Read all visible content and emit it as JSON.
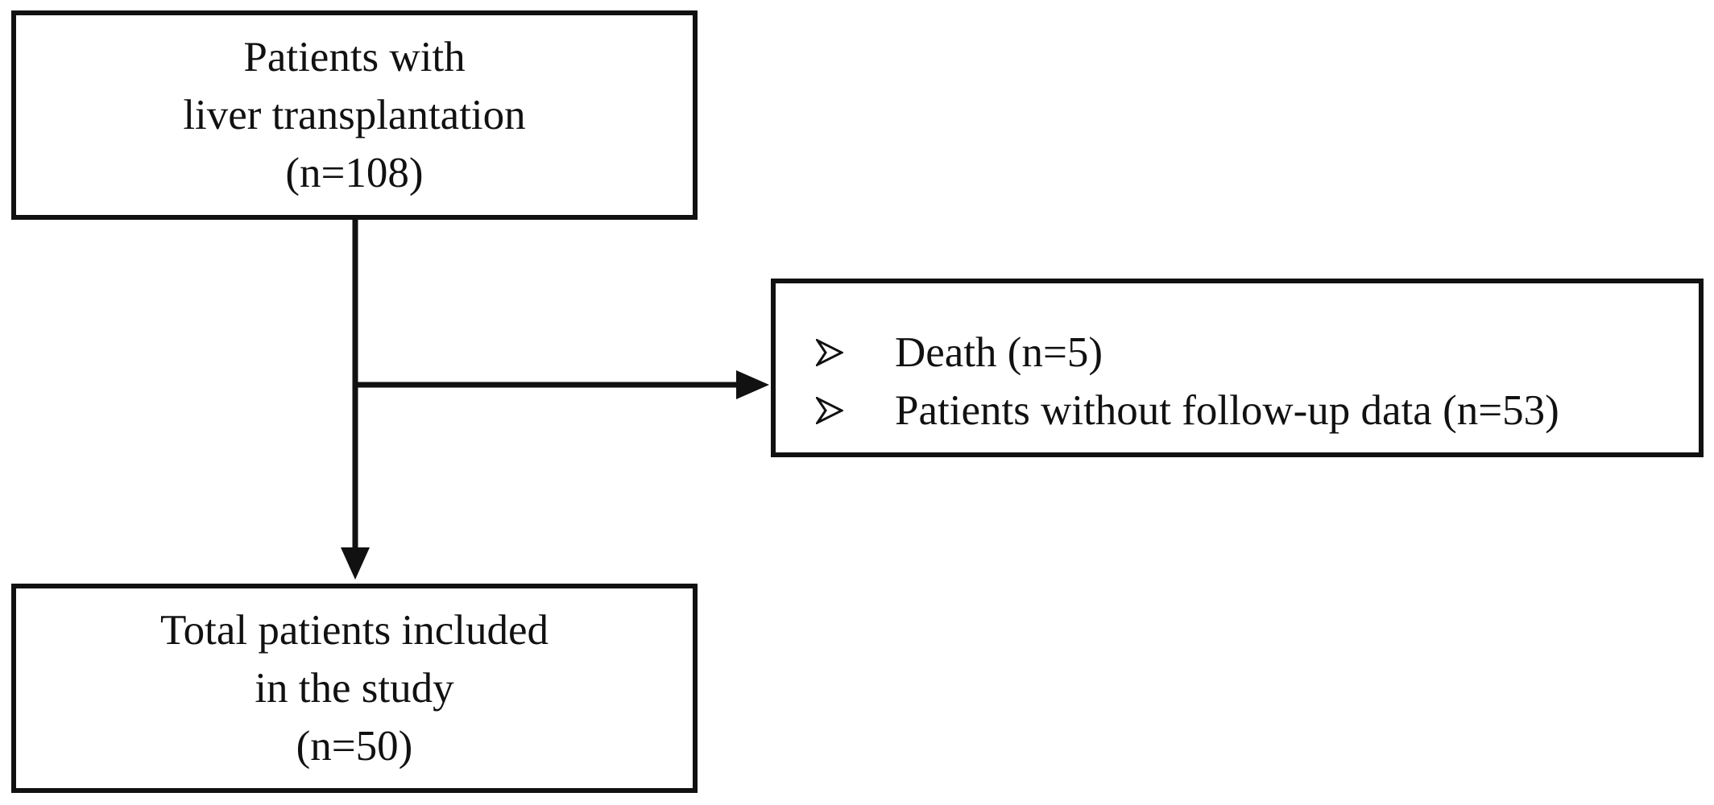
{
  "flowchart": {
    "top_box": {
      "lines": [
        "Patients with",
        "liver transplantation",
        "(n=108)"
      ]
    },
    "exclusion_box": {
      "items": [
        "Death (n=5)",
        "Patients without follow-up data (n=53)"
      ],
      "bullet_icon": "arrowhead-bullet-icon"
    },
    "bottom_box": {
      "lines": [
        "Total patients included",
        "in the study",
        "(n=50)"
      ]
    },
    "colors": {
      "stroke": "#111111",
      "background": "#ffffff"
    }
  }
}
